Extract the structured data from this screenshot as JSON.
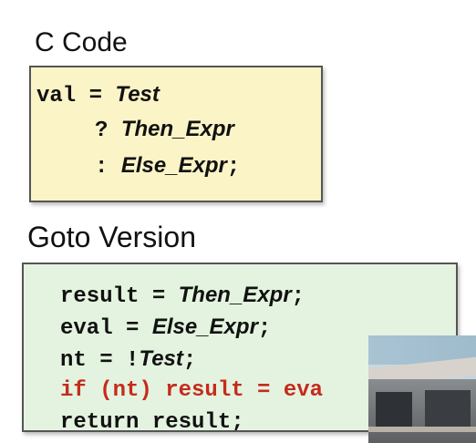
{
  "c_section": {
    "heading": "C Code",
    "line1": {
      "lhs": "val = ",
      "test": "Test"
    },
    "line2": {
      "op": "? ",
      "expr": "Then_Expr"
    },
    "line3": {
      "op": ": ",
      "expr": "Else_Expr",
      "end": ";"
    }
  },
  "goto_section": {
    "heading": "Goto Version",
    "line1": {
      "lhs": "result = ",
      "expr": "Then_Expr",
      "end": ";"
    },
    "line2": {
      "lhs": "eval = ",
      "expr": "Else_Expr",
      "end": ";"
    },
    "line3": {
      "lhs": "nt = !",
      "expr": "Test",
      "end": ";"
    },
    "line4": {
      "text": "if (nt) result = eva"
    },
    "line5": {
      "text": "return result;"
    }
  },
  "colors": {
    "c_box_bg": "#fbf4c7",
    "goto_box_bg": "#e4f3df",
    "highlight_red": "#c42b1c"
  }
}
